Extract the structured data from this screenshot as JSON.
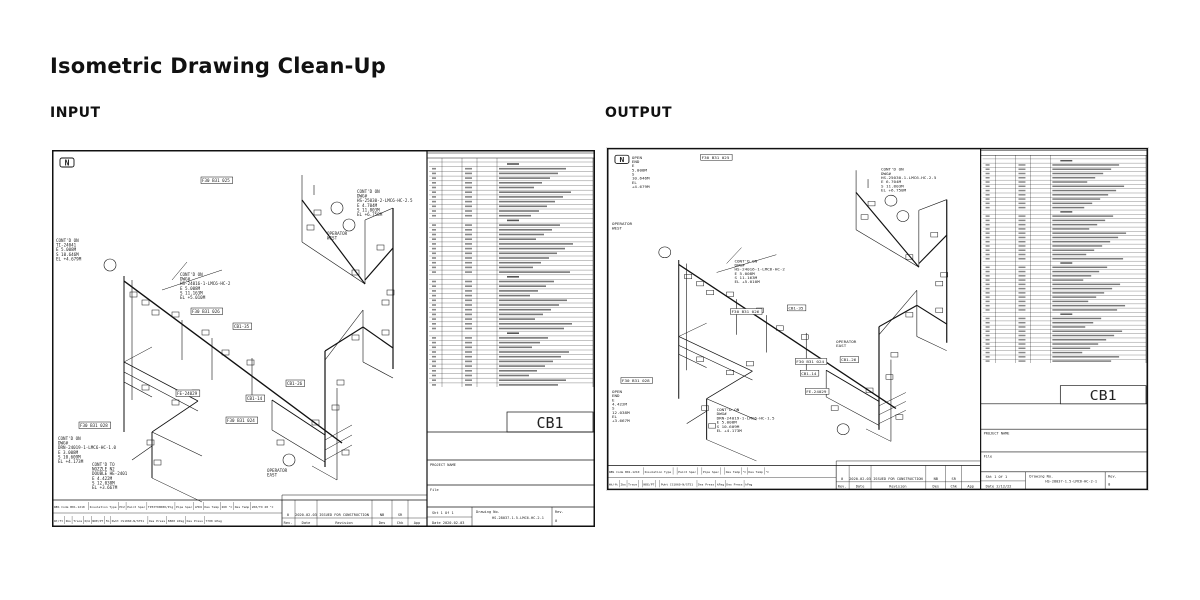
{
  "page": {
    "title": "Isometric Drawing Clean-Up",
    "input_label": "INPUT",
    "output_label": "OUTPUT"
  },
  "drawings": {
    "input": {
      "north_symbol": "N",
      "annotations": [
        [
          "CONT'D ON",
          "TI-24041",
          "E 5.008M",
          "S 10.646M",
          "EL +4.679M"
        ],
        [
          "CONT'D ON",
          "DWG#",
          "HS-24016-1-LMC6-HC-2",
          "E 5.008M",
          "S 11.163M",
          "EL +5.010M"
        ],
        [
          "CONT'D ON",
          "DWG#",
          "HS-25030-2-LMC6-HC-2.5",
          "E 4.704M",
          "S 11.803M",
          "EL +6.758M"
        ],
        [
          "CONT'D ON",
          "DWG#",
          "DRN-24019-1-LMC6-HC-1.0",
          "E 3.008M",
          "S 10.609M",
          "EL +4.173M"
        ],
        [
          "CONT'D TO",
          "NOZZLE N2",
          "DOUBLE HE-2401",
          "E 4.422M",
          "S 12.038M",
          "EL +3.667M"
        ],
        [
          "OPERATOR",
          "WEST"
        ],
        [
          "OPERATOR",
          "EAST"
        ]
      ],
      "tags": [
        "FE-24029",
        "F30 B31 026",
        "F30 B31 024",
        "F30 B31 025",
        "F30 B31 028",
        "CB1-35",
        "CB1-14",
        "CB1-26"
      ],
      "cb_label": "CB1",
      "project_name_label": "PROJECT NAME",
      "file_label": "File",
      "title_block": {
        "rev": "0",
        "date": "2020-02-03",
        "revision": "ISSUED FOR CONSTRUCTION",
        "des": "NB",
        "chk": "SR",
        "rev_header": "Rev.",
        "date_header": "Date",
        "revision_header": "Revision",
        "des_header": "Des",
        "chk_header": "Chk",
        "app_header": "App",
        "sheet": "Sht  1  Of  1",
        "sheet_date": "Date  2020-02-03",
        "drawing_no_label": "Drawing No.",
        "drawing_no": "HS-28037-1.5-LMC6-HC-2-1",
        "rev_no_label": "Rev.",
        "rev_no": "0",
        "row1": [
          "WBS Code  B01-1210",
          "Insulation Type",
          "HC2",
          "Paint Spec",
          "TP33T90080/Pig",
          "Pipe Spec",
          "LMC6",
          "Des Temp",
          "260 °C",
          "Des Temp",
          "260/TO 28 °C"
        ],
        "row2": [
          "Wt/ft",
          "Ibs",
          "Trace",
          "N/A",
          "NDE/PT",
          "5%",
          "Pwht  CS1060-N/ST51",
          "Des Press",
          "8800 kPag",
          "Des Press",
          "7700 kPag"
        ]
      }
    },
    "output": {
      "north_symbol": "N",
      "annotations": [
        [
          "OPEN",
          "END",
          "E",
          "5.008M",
          "S",
          "10.646M",
          "EL",
          "+4.679M"
        ],
        [
          "CONT'D ON",
          "DWG#",
          "HS-24016-1-LMC6-HC-2",
          "E 5.008M",
          "S 11.163M",
          "EL +5.010M"
        ],
        [
          "CONT'D ON",
          "DWG#",
          "HS-25030-1-LMC6-HC-2.5",
          "E 6.704M",
          "S 11.803M",
          "EL +6.758M"
        ],
        [
          "CONT'D ON",
          "DWG#",
          "DRN-24019-1-LMC6-HC-1.5",
          "E 5.008M",
          "S 10.609M",
          "EL +4.173M"
        ],
        [
          "OPEN",
          "END",
          "E",
          "4.422M",
          "S",
          "12.038M",
          "EL",
          "+3.667M"
        ],
        [
          "OPERATOR",
          "WEST"
        ],
        [
          "OPERATOR",
          "EAST"
        ]
      ],
      "tags": [
        "FE-24029",
        "F30 B31 026",
        "F30 B31 024",
        "F30 B31 025",
        "F30 B31 028",
        "CB1-35",
        "CB1-14",
        "CB1-26"
      ],
      "cb_label": "CB1",
      "project_name_label": "PROJECT NAME",
      "file_label": "File",
      "title_block": {
        "rev": "0",
        "date": "2020-02-03",
        "revision": "ISSUED FOR CONSTRUCTION",
        "des": "NB",
        "chk": "SR",
        "rev_header": "Rev.",
        "date_header": "Date",
        "revision_header": "Revision",
        "des_header": "Des",
        "chk_header": "Chk",
        "app_header": "App",
        "sheet": "Sht  1  Of  1",
        "sheet_date": "Date  2/12/22",
        "drawing_no_label": "Drawing No.",
        "drawing_no": "HS-28037-1.5-LMC6-HC-2-1",
        "rev_no_label": "Rev.",
        "rev_no": "0",
        "row1": [
          "WBS Code  B01-1210",
          "Insulation Type",
          "",
          "Paint Spec",
          "",
          "Pipe Spec",
          "",
          "Des Temp",
          "°C",
          "Des Temp",
          "°C"
        ],
        "row2": [
          "Wt/ft",
          "Ibs",
          "Trace",
          "",
          "NDE/PT",
          "",
          "Pwht  CS1060-N/ST51",
          "Des Press",
          "kPag",
          "Des Press",
          "kPag"
        ]
      }
    }
  }
}
